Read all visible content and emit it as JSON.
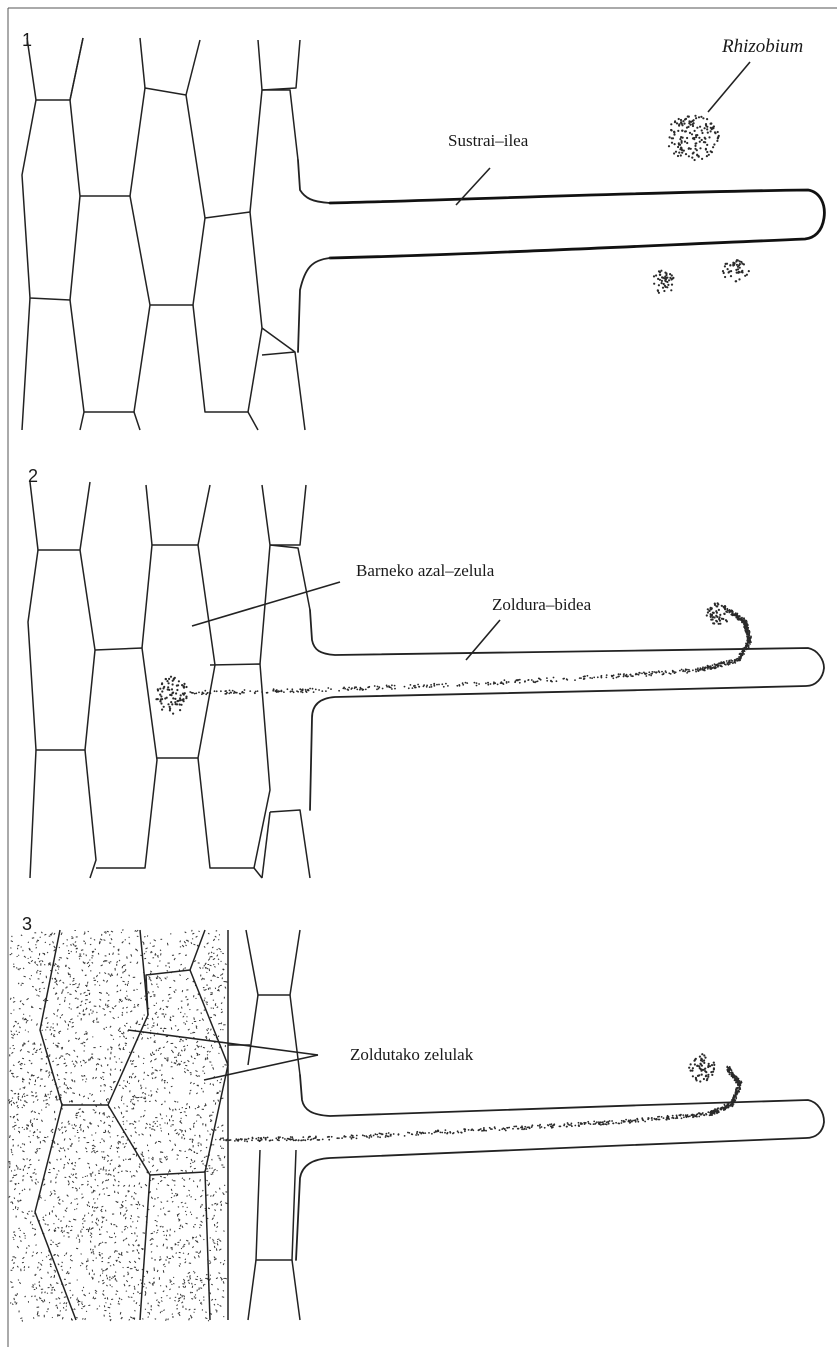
{
  "panels": [
    {
      "number": "1",
      "labels": {
        "bacteria": "Rhizobium",
        "root_hair": "Sustrai–ilea"
      }
    },
    {
      "number": "2",
      "labels": {
        "cortex_cell": "Barneko azal–zelula",
        "infection_thread": "Zoldura–bidea"
      }
    },
    {
      "number": "3",
      "labels": {
        "nodule_cells": "Zoldutako zelulak"
      }
    }
  ],
  "colors": {
    "ink": "#222222",
    "paper": "#ffffff"
  }
}
